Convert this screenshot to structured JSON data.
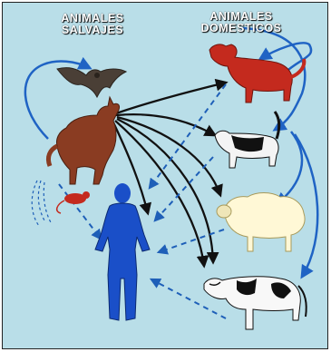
{
  "background_color": "#b9dee8",
  "wild_caption": {
    "line1": "ANIMALES",
    "line2": "SALVAJES"
  },
  "domestic_caption": {
    "line1": "ANIMALES",
    "line2": "DOMESTICOS"
  },
  "figures": {
    "wild": [
      "bat-icon",
      "wolf-icon",
      "rat-icon"
    ],
    "domestic": [
      "dog-icon",
      "cat-icon",
      "sheep-icon",
      "cow-icon"
    ],
    "human": "human-figure"
  },
  "colors": {
    "solid_arrow": "#111111",
    "dashed_arrow": "#1e5fb8",
    "blue_curve": "#1f63c4",
    "human": "#1a4fc8",
    "dog": "#c42a1e",
    "wolf": "#8a3c22"
  }
}
